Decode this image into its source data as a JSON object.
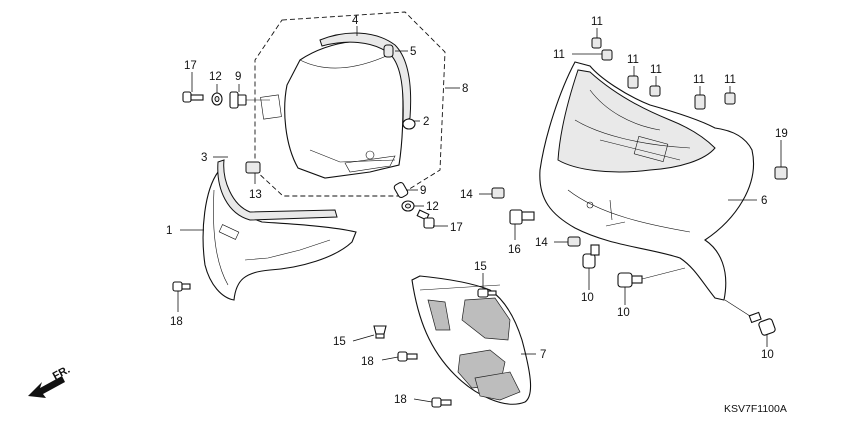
{
  "diagram": {
    "drawing_code": "KSV7F1100A",
    "direction_label": "FR.",
    "callouts": [
      {
        "id": "c4",
        "label": "4"
      },
      {
        "id": "c5",
        "label": "5"
      },
      {
        "id": "c8",
        "label": "8"
      },
      {
        "id": "c2",
        "label": "2"
      },
      {
        "id": "c17a",
        "label": "17"
      },
      {
        "id": "c12a",
        "label": "12"
      },
      {
        "id": "c9a",
        "label": "9"
      },
      {
        "id": "c3",
        "label": "3"
      },
      {
        "id": "c13",
        "label": "13"
      },
      {
        "id": "c9b",
        "label": "9"
      },
      {
        "id": "c12b",
        "label": "12"
      },
      {
        "id": "c17b",
        "label": "17"
      },
      {
        "id": "c1",
        "label": "1"
      },
      {
        "id": "c18a",
        "label": "18"
      },
      {
        "id": "c11a",
        "label": "11"
      },
      {
        "id": "c11b",
        "label": "11"
      },
      {
        "id": "c11c",
        "label": "11"
      },
      {
        "id": "c11d",
        "label": "11"
      },
      {
        "id": "c11e",
        "label": "11"
      },
      {
        "id": "c11f",
        "label": "11"
      },
      {
        "id": "c19",
        "label": "19"
      },
      {
        "id": "c14a",
        "label": "14"
      },
      {
        "id": "c16",
        "label": "16"
      },
      {
        "id": "c14b",
        "label": "14"
      },
      {
        "id": "c6",
        "label": "6"
      },
      {
        "id": "c10a",
        "label": "10"
      },
      {
        "id": "c10b",
        "label": "10"
      },
      {
        "id": "c10c",
        "label": "10"
      },
      {
        "id": "c15a",
        "label": "15"
      },
      {
        "id": "c15b",
        "label": "15"
      },
      {
        "id": "c18b",
        "label": "18"
      },
      {
        "id": "c7",
        "label": "7"
      },
      {
        "id": "c18c",
        "label": "18"
      }
    ]
  }
}
